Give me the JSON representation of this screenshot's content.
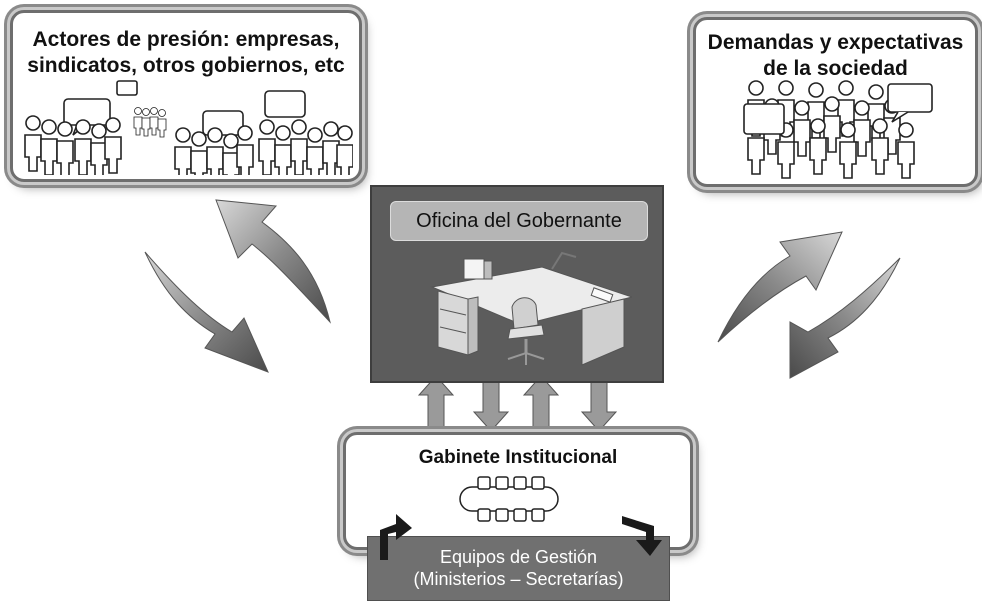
{
  "actors_box": {
    "title_line1": "Actores de presión: empresas,",
    "title_line2": "sindicatos, otros gobiernos, etc"
  },
  "demands_box": {
    "title_line1": "Demandas y expectativas",
    "title_line2": "de la sociedad"
  },
  "office": {
    "title": "Oficina del Gobernante"
  },
  "cabinet": {
    "title": "Gabinete Institucional"
  },
  "teams": {
    "line1": "Equipos de Gestión",
    "line2": "(Ministerios – Secretarías)"
  },
  "icons": {
    "crowd": "people-crowd-icon",
    "speech": "speech-bubble-icon",
    "desk": "office-desk-icon",
    "table": "meeting-table-icon",
    "cycle_arrow": "cycle-arrow-icon",
    "bent_arrow": "bent-arrow-icon"
  }
}
